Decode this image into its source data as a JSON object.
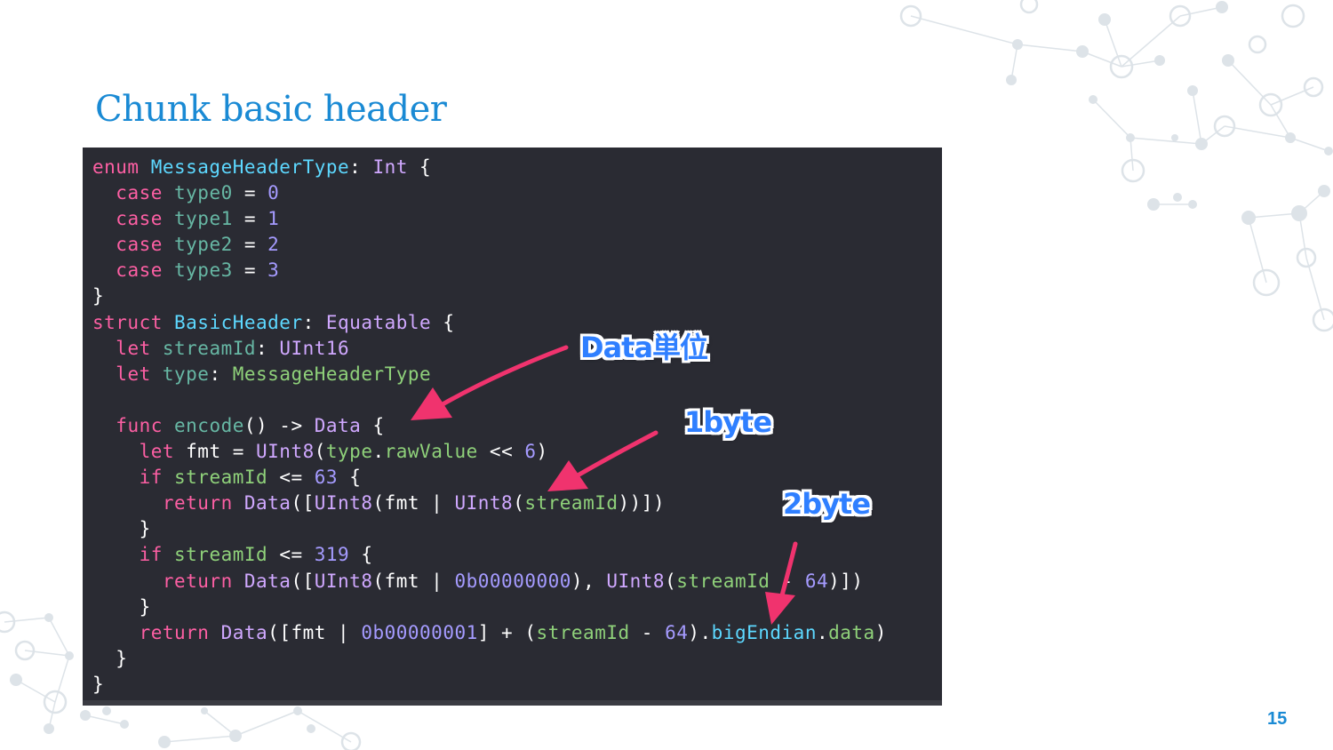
{
  "slide": {
    "title": "Chunk basic header",
    "page_number": "15"
  },
  "code_lines": [
    [
      [
        "kw",
        "enum "
      ],
      [
        "ty",
        "MessageHeaderType"
      ],
      [
        "id",
        ": "
      ],
      [
        "ty2",
        "Int"
      ],
      [
        "id",
        " {"
      ]
    ],
    [
      [
        "id",
        "  "
      ],
      [
        "kw",
        "case "
      ],
      [
        "fn",
        "type0"
      ],
      [
        "id",
        " = "
      ],
      [
        "nm",
        "0"
      ]
    ],
    [
      [
        "id",
        "  "
      ],
      [
        "kw",
        "case "
      ],
      [
        "fn",
        "type1"
      ],
      [
        "id",
        " = "
      ],
      [
        "nm",
        "1"
      ]
    ],
    [
      [
        "id",
        "  "
      ],
      [
        "kw",
        "case "
      ],
      [
        "fn",
        "type2"
      ],
      [
        "id",
        " = "
      ],
      [
        "nm",
        "2"
      ]
    ],
    [
      [
        "id",
        "  "
      ],
      [
        "kw",
        "case "
      ],
      [
        "fn",
        "type3"
      ],
      [
        "id",
        " = "
      ],
      [
        "nm",
        "3"
      ]
    ],
    [
      [
        "id",
        "}"
      ]
    ],
    [
      [
        "kw",
        "struct "
      ],
      [
        "ty",
        "BasicHeader"
      ],
      [
        "id",
        ": "
      ],
      [
        "ty2",
        "Equatable"
      ],
      [
        "id",
        " {"
      ]
    ],
    [
      [
        "id",
        "  "
      ],
      [
        "kw",
        "let "
      ],
      [
        "fn",
        "streamId"
      ],
      [
        "id",
        ": "
      ],
      [
        "ty2",
        "UInt16"
      ]
    ],
    [
      [
        "id",
        "  "
      ],
      [
        "kw",
        "let "
      ],
      [
        "fn",
        "type"
      ],
      [
        "id",
        ": "
      ],
      [
        "gn",
        "MessageHeaderType"
      ]
    ],
    [
      [
        "id",
        " "
      ]
    ],
    [
      [
        "id",
        "  "
      ],
      [
        "kw",
        "func "
      ],
      [
        "fn",
        "encode"
      ],
      [
        "id",
        "() -> "
      ],
      [
        "ty2",
        "Data"
      ],
      [
        "id",
        " {"
      ]
    ],
    [
      [
        "id",
        "    "
      ],
      [
        "kw",
        "let "
      ],
      [
        "id",
        "fmt = "
      ],
      [
        "ty2",
        "UInt8"
      ],
      [
        "id",
        "("
      ],
      [
        "gn",
        "type"
      ],
      [
        "id",
        "."
      ],
      [
        "gn",
        "rawValue"
      ],
      [
        "id",
        " << "
      ],
      [
        "nm",
        "6"
      ],
      [
        "id",
        ")"
      ]
    ],
    [
      [
        "id",
        "    "
      ],
      [
        "kw",
        "if "
      ],
      [
        "gn",
        "streamId"
      ],
      [
        "id",
        " <= "
      ],
      [
        "nm",
        "63"
      ],
      [
        "id",
        " {"
      ]
    ],
    [
      [
        "id",
        "      "
      ],
      [
        "kw",
        "return "
      ],
      [
        "ty2",
        "Data"
      ],
      [
        "id",
        "(["
      ],
      [
        "ty2",
        "UInt8"
      ],
      [
        "id",
        "(fmt | "
      ],
      [
        "ty2",
        "UInt8"
      ],
      [
        "id",
        "("
      ],
      [
        "gn",
        "streamId"
      ],
      [
        "id",
        "))])"
      ]
    ],
    [
      [
        "id",
        "    }"
      ]
    ],
    [
      [
        "id",
        "    "
      ],
      [
        "kw",
        "if "
      ],
      [
        "gn",
        "streamId"
      ],
      [
        "id",
        " <= "
      ],
      [
        "nm",
        "319"
      ],
      [
        "id",
        " {"
      ]
    ],
    [
      [
        "id",
        "      "
      ],
      [
        "kw",
        "return "
      ],
      [
        "ty2",
        "Data"
      ],
      [
        "id",
        "(["
      ],
      [
        "ty2",
        "UInt8"
      ],
      [
        "id",
        "(fmt | "
      ],
      [
        "nm",
        "0b00000000"
      ],
      [
        "id",
        "), "
      ],
      [
        "ty2",
        "UInt8"
      ],
      [
        "id",
        "("
      ],
      [
        "gn",
        "streamId"
      ],
      [
        "id",
        " - "
      ],
      [
        "nm",
        "64"
      ],
      [
        "id",
        ")])"
      ]
    ],
    [
      [
        "id",
        "    }"
      ]
    ],
    [
      [
        "id",
        "    "
      ],
      [
        "kw",
        "return "
      ],
      [
        "ty2",
        "Data"
      ],
      [
        "id",
        "([fmt | "
      ],
      [
        "nm",
        "0b00000001"
      ],
      [
        "id",
        "] + ("
      ],
      [
        "gn",
        "streamId"
      ],
      [
        "id",
        " - "
      ],
      [
        "nm",
        "64"
      ],
      [
        "id",
        ")."
      ],
      [
        "ty",
        "bigEndian"
      ],
      [
        "id",
        "."
      ],
      [
        "gn",
        "data"
      ],
      [
        "id",
        ")"
      ]
    ],
    [
      [
        "id",
        "  }"
      ]
    ],
    [
      [
        "id",
        "}"
      ]
    ]
  ],
  "annotations": {
    "data_unit": "Data単位",
    "one_byte": "1byte",
    "two_byte": "2byte"
  },
  "colors": {
    "title": "#1a8ad4",
    "code_background": "#2a2b33",
    "arrow": "#f0336e",
    "callout_text": "#2f7fff"
  }
}
